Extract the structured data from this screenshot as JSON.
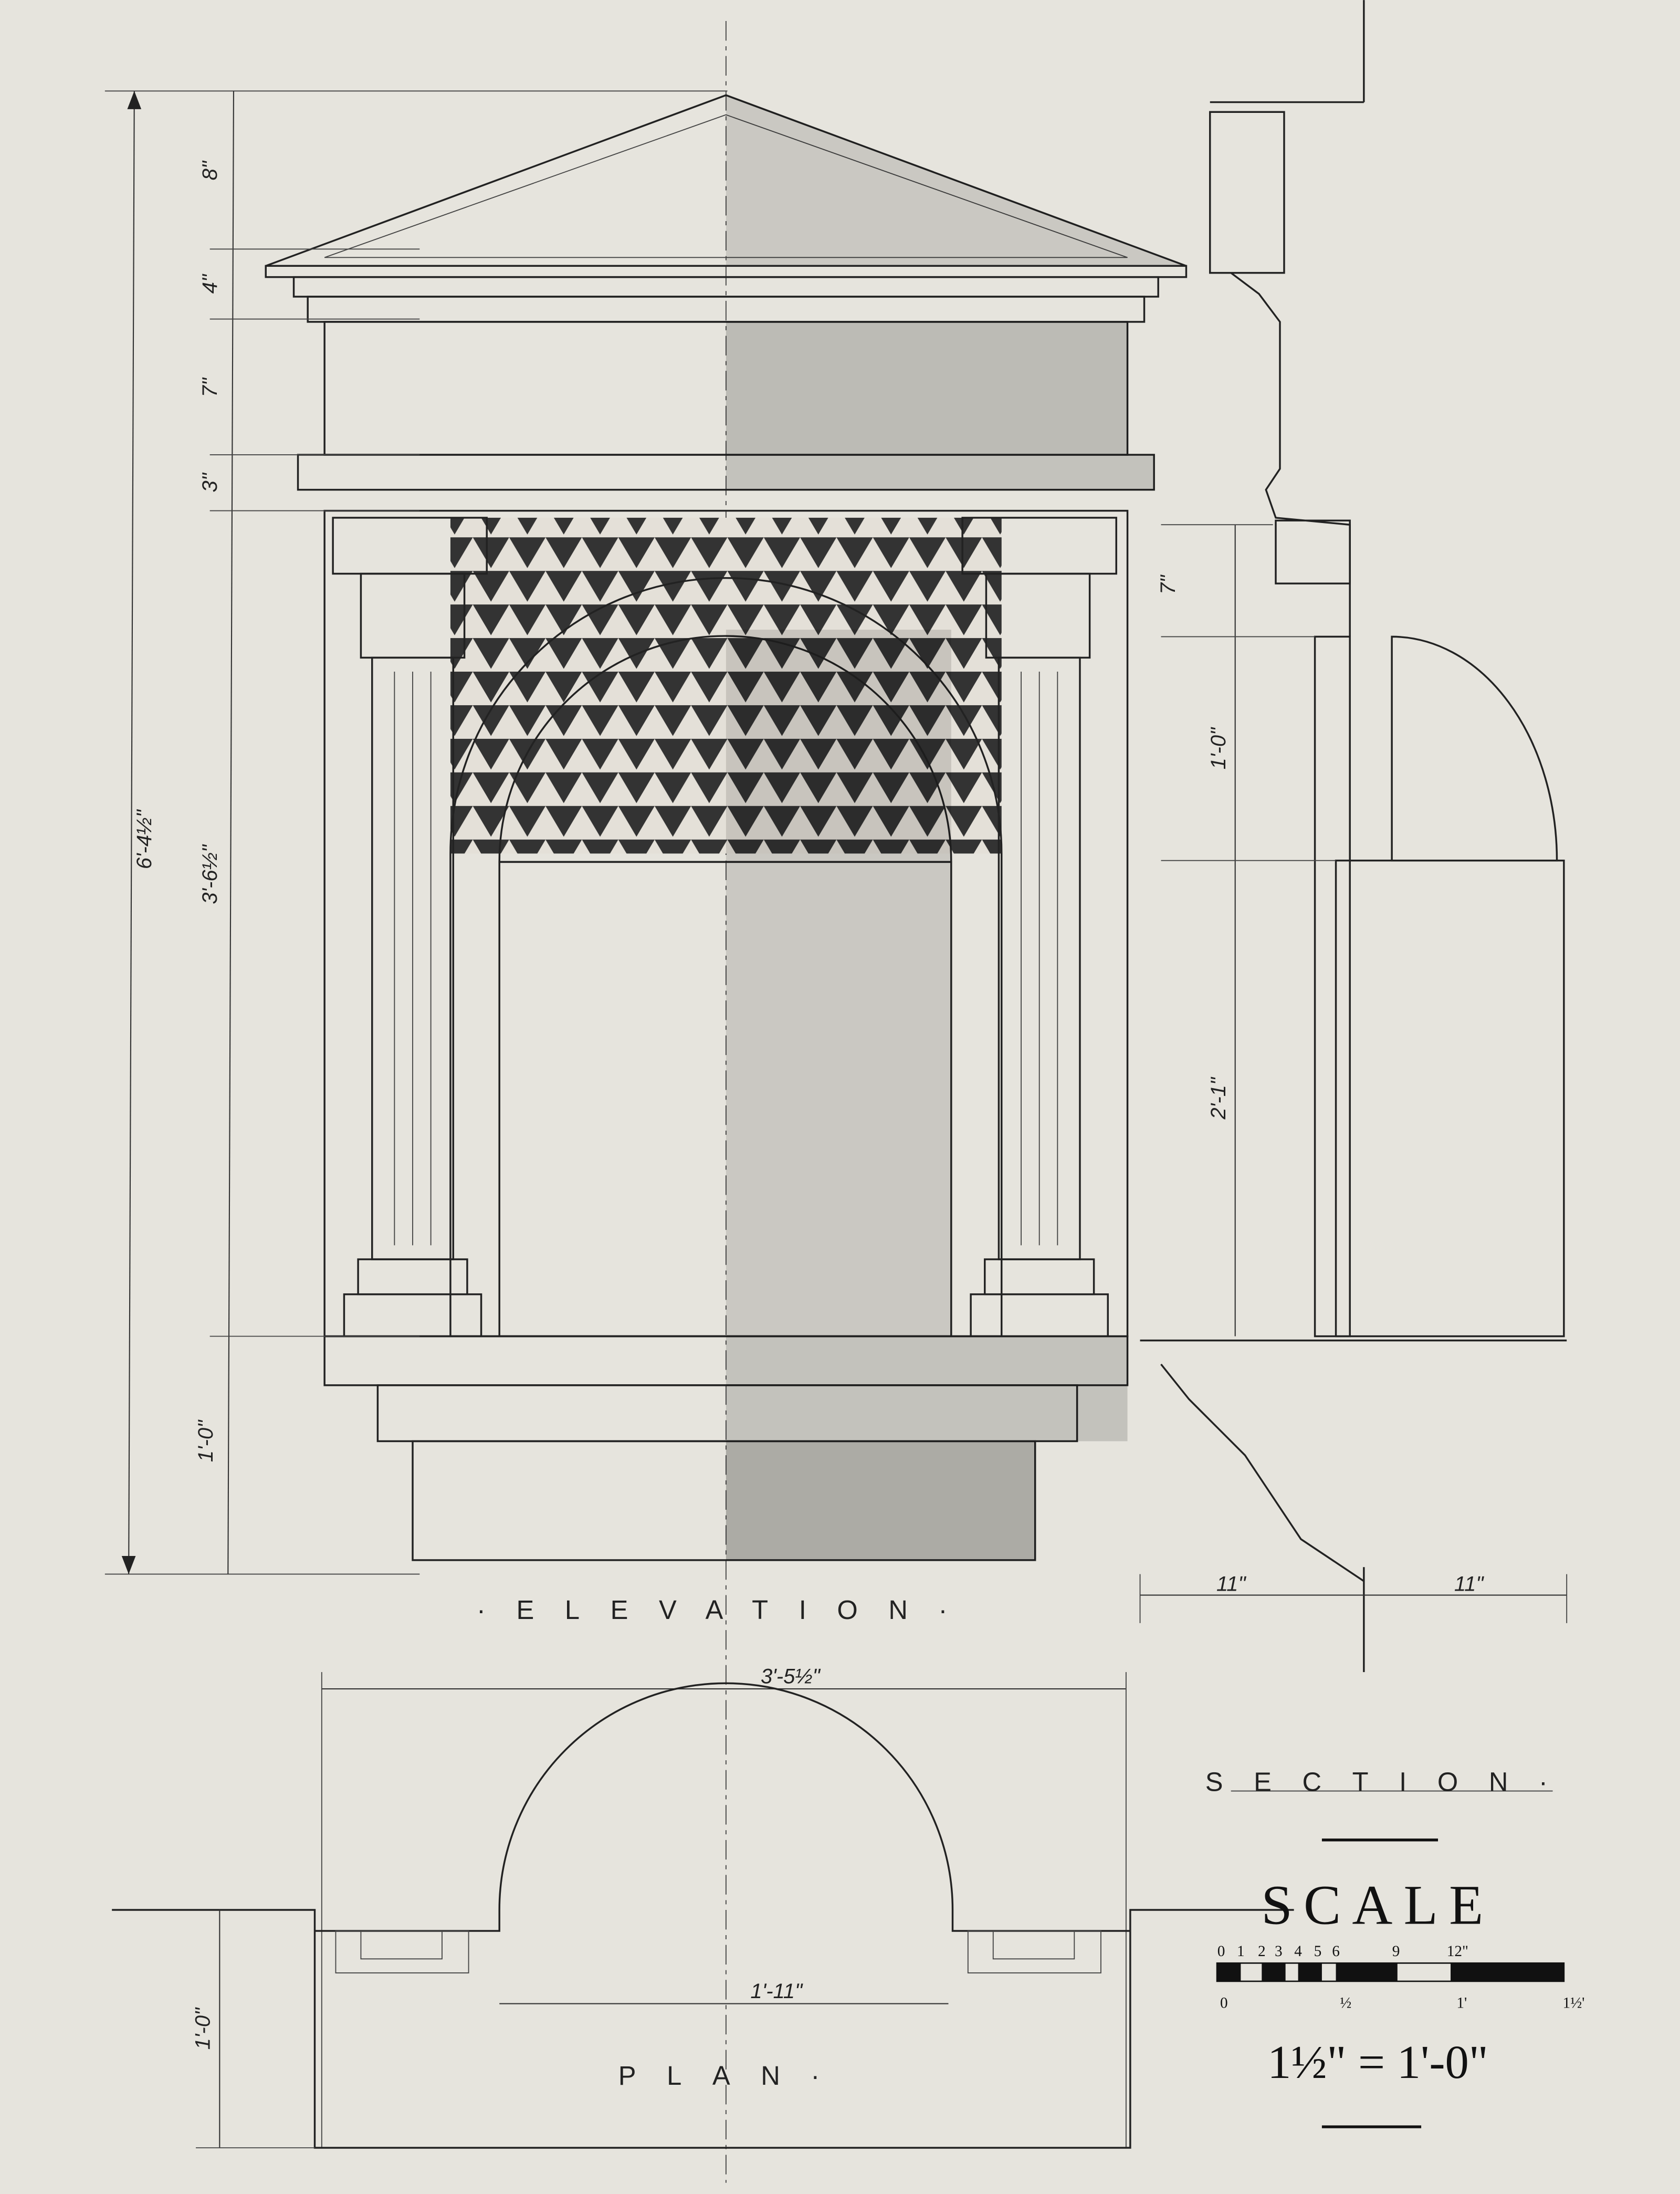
{
  "elevation": {
    "title": "·ELEVATION·",
    "overall_height": "6'-4½\"",
    "heights": [
      "8\"",
      "4\"",
      "7\"",
      "3\"",
      "3'-6½\"",
      "1'-0\""
    ],
    "overall_width": "3'-5½\""
  },
  "section": {
    "title": "SECTION·",
    "heights": [
      "7\"",
      "1'-0\"",
      "2'-1\""
    ],
    "depths": [
      "11\"",
      "11\""
    ]
  },
  "plan": {
    "title": "PLAN·",
    "niche_width": "1'-11\"",
    "depth": "1'-0\""
  },
  "scale": {
    "heading": "SCALE",
    "top_ticks": [
      "0",
      "1",
      "2",
      "3",
      "4",
      "5",
      "6",
      "9",
      "12\""
    ],
    "bottom_ticks": [
      "0",
      "½",
      "1'",
      "1½'"
    ],
    "ratio": "1½\" = 1'-0\""
  }
}
